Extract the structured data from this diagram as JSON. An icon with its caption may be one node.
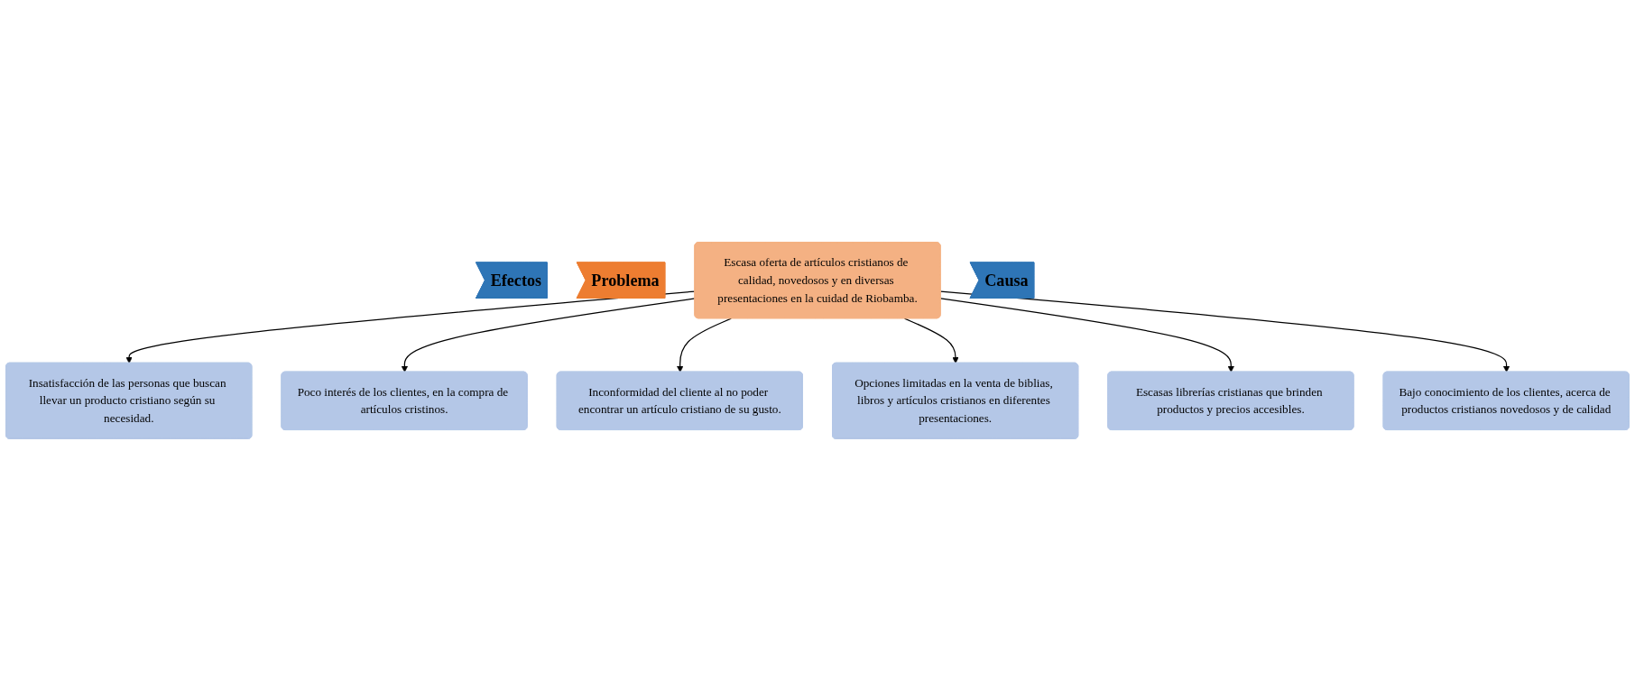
{
  "diagram": {
    "nodes": [
      {
        "text": [
          "Efectos"
        ]
      },
      {
        "text": [
          "Insatisfacción de las personas que buscan llevar un producto cristiano según su necesidad."
        ]
      },
      {
        "text": [
          "Poco interés de los clientes, en la compra de artículos cristinos."
        ]
      },
      {
        "text": [
          "Inconformidad del cliente al no poder encontrar un artículo cristiano de su gusto."
        ]
      },
      {
        "text": [
          "Problema"
        ]
      },
      {
        "text": [
          "Escasa oferta de artículos cristianos de calidad, novedosos y en diversas presentaciones en la cuidad de Riobamba."
        ]
      },
      {
        "text": [
          "Causa"
        ]
      },
      {
        "text": [
          "Opciones limitadas en la venta de biblias, libros y artículos cristianos en diferentes presentaciones."
        ]
      },
      {
        "text": [
          "Escasas librerías cristianas que brinden productos y precios accesibles."
        ]
      },
      {
        "text": [
          "Bajo conocimiento de los clientes, acerca de productos cristianos novedosos y de calidad"
        ]
      }
    ],
    "edges": [
      {
        "from": 5,
        "to": 1,
        "arrow": "to"
      },
      {
        "from": 5,
        "to": 2,
        "arrow": "to"
      },
      {
        "from": 5,
        "to": 3,
        "arrow": "to"
      },
      {
        "from": 5,
        "to": 7,
        "arrow": "to"
      },
      {
        "from": 5,
        "to": 8,
        "arrow": "to"
      },
      {
        "from": 5,
        "to": 9,
        "arrow": "to"
      }
    ]
  }
}
